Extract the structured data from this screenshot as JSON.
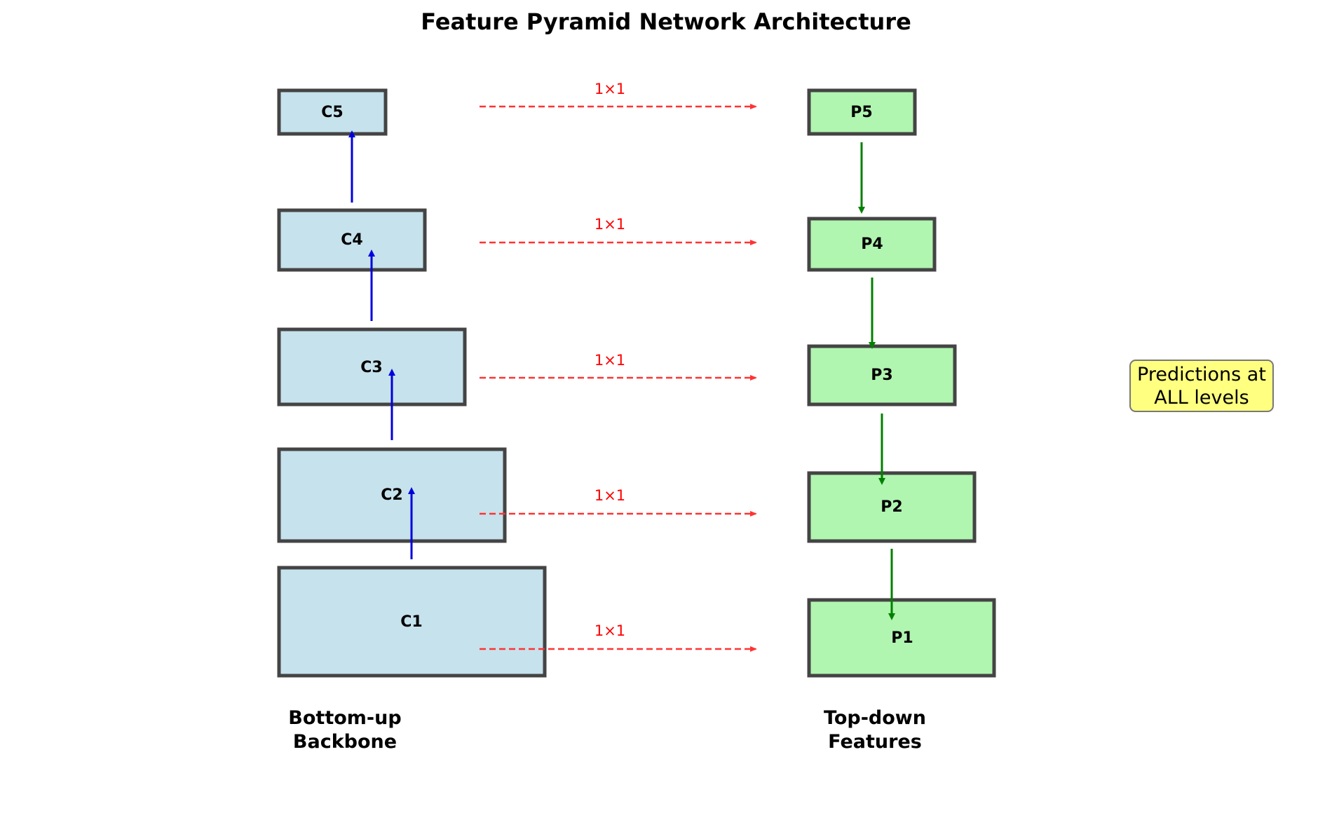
{
  "title": "Feature Pyramid Network Architecture",
  "backbone": {
    "label": "Bottom-up\nBackbone",
    "fill": "#c6e2ec",
    "arrow_color": "#0000dd",
    "nodes": [
      "C5",
      "C4",
      "C3",
      "C2",
      "C1"
    ]
  },
  "topdown": {
    "label": "Top-down\nFeatures",
    "fill": "#b0f5b0",
    "arrow_color": "#008000",
    "nodes": [
      "P5",
      "P4",
      "P3",
      "P2",
      "P1"
    ]
  },
  "lateral": {
    "label": "1×1",
    "color": "#ff3333"
  },
  "note": {
    "text": "Predictions at\nALL levels",
    "fill": "#ffff80"
  }
}
